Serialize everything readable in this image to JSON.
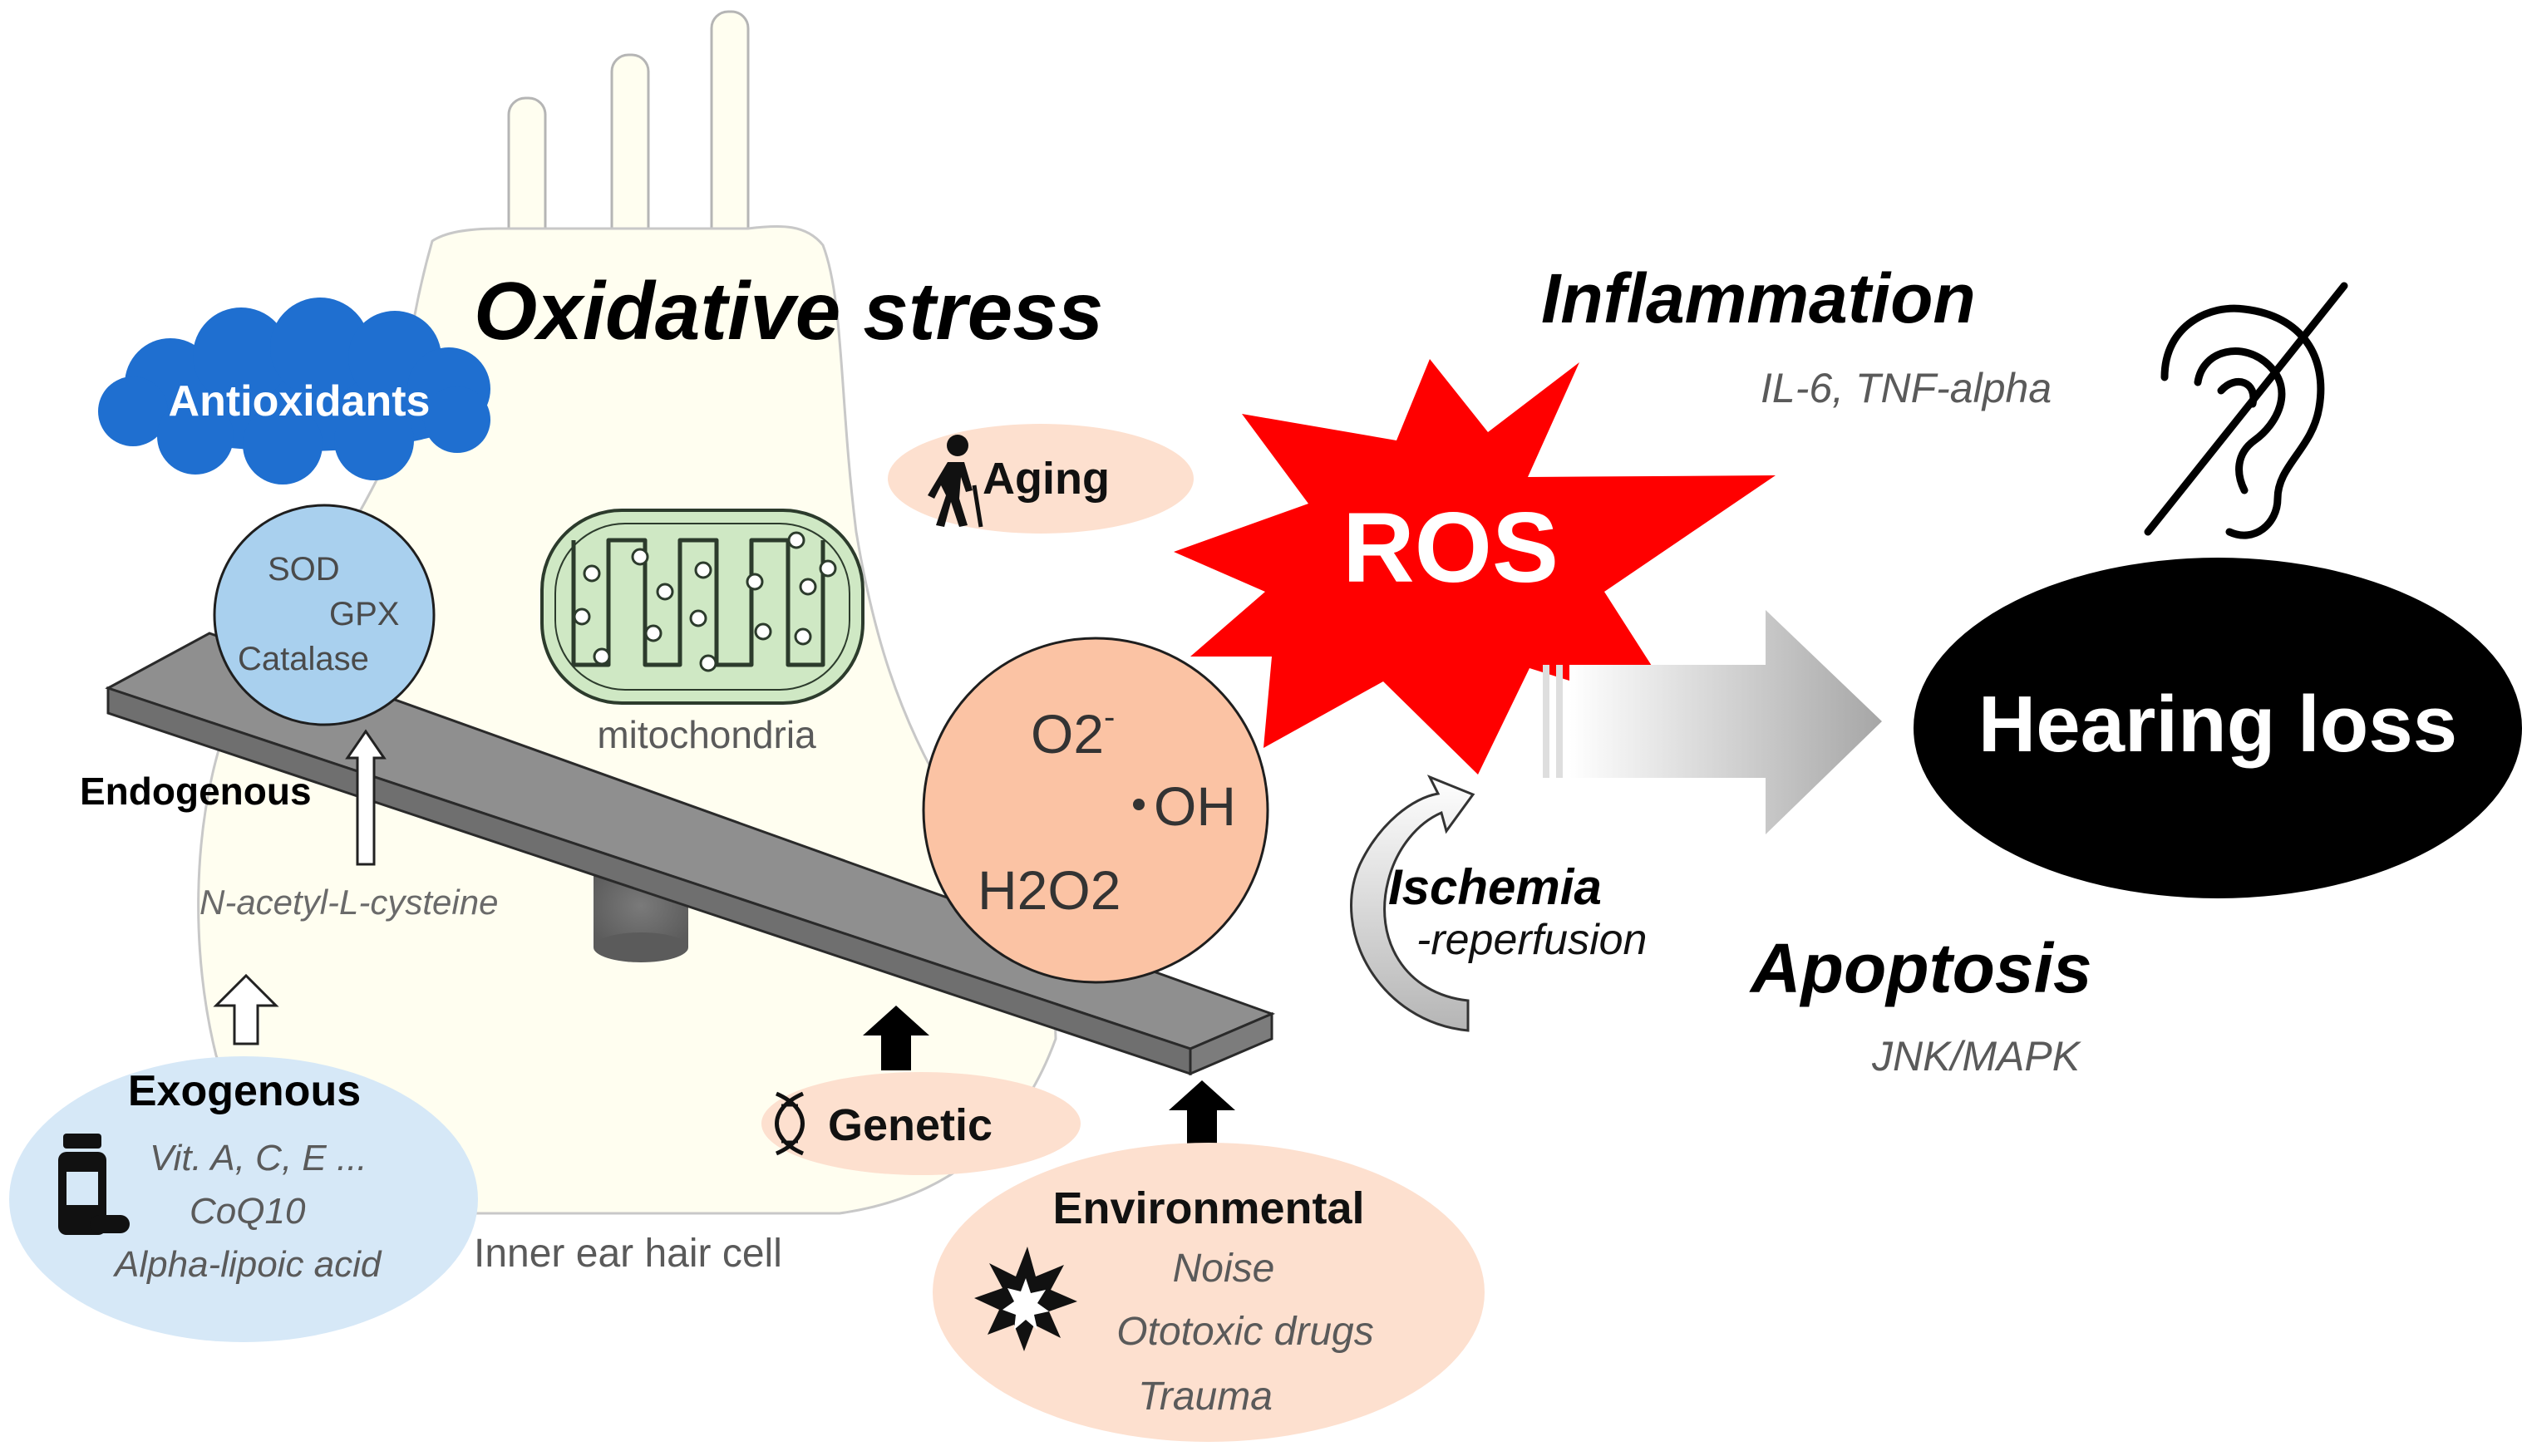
{
  "title": "Oxidative stress",
  "antioxidants": {
    "label": "Antioxidants",
    "enzymes": [
      "SOD",
      "GPX",
      "Catalase"
    ]
  },
  "endogenous": {
    "label": "Endogenous",
    "agent": "N-acetyl-L-cysteine"
  },
  "exogenous": {
    "label": "Exogenous",
    "items": [
      "Vit. A, C, E ...",
      "CoQ10",
      "Alpha-lipoic acid"
    ]
  },
  "cell_label": "Inner ear hair cell",
  "mitochondria_label": "mitochondria",
  "aging_label": "Aging",
  "genetic_label": "Genetic",
  "environmental": {
    "label": "Environmental",
    "items": [
      "Noise",
      "Ototoxic drugs",
      "Trauma"
    ]
  },
  "ros_species": {
    "superoxide": "O2",
    "superoxide_charge": "-",
    "hydroxyl": "OH",
    "peroxide": "H2O2"
  },
  "ros_label": "ROS",
  "inflammation": {
    "label": "Inflammation",
    "markers": "IL-6, TNF-alpha"
  },
  "ischemia": {
    "line1": "Ischemia",
    "line2": "-reperfusion"
  },
  "apoptosis": {
    "label": "Apoptosis",
    "pathway": "JNK/MAPK"
  },
  "outcome_label": "Hearing loss",
  "colors": {
    "cell_fill": "#fffef0",
    "antioxidant_cloud": "#1f6fd0",
    "enzyme_circle": "#a9d0ee",
    "exogenous_bubble": "#d6e8f7",
    "peach_bubble": "#fde0cf",
    "ros_circle": "#fbc3a4",
    "mitochondria_fill": "#cfe8c4",
    "ros_burst": "#ff0000",
    "seesaw": "#8a8a8a",
    "outcome_fill": "#000000"
  },
  "icons": [
    "walking-elder-icon",
    "dna-icon",
    "pill-bottle-icon",
    "explosion-icon",
    "crossed-ear-icon"
  ]
}
